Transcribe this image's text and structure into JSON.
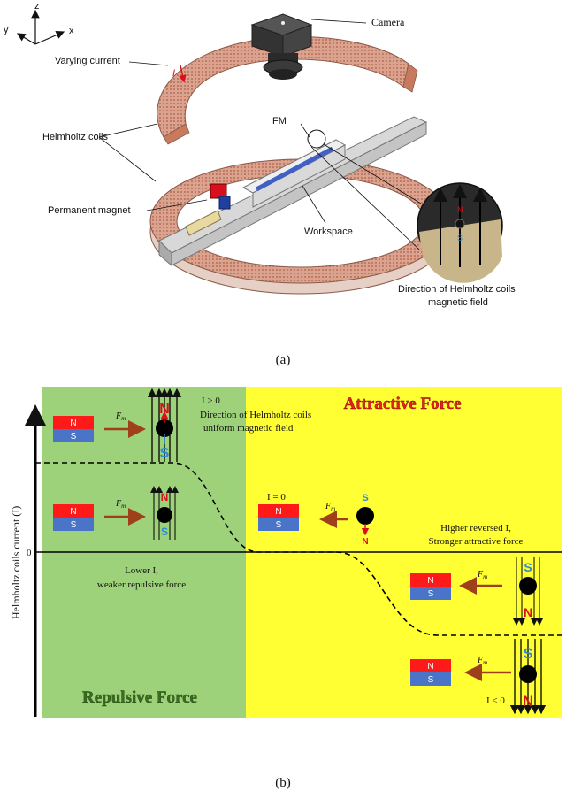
{
  "panel_a": {
    "axes": {
      "z": "z",
      "y": "y",
      "x": "x"
    },
    "labels": {
      "camera": "Camera",
      "varying_current": "Varying current",
      "helmholtz_coils": "Helmholtz coils",
      "fm": "FM",
      "permanent_magnet": "Permanent magnet",
      "workspace": "Workspace",
      "direction_line1": "Direction of Helmholtz coils",
      "direction_line2": "magnetic field",
      "current_symbol": "I",
      "inset_n": "N",
      "inset_s": "S"
    },
    "caption": "(a)"
  },
  "panel_b": {
    "y_axis_label": "Helmholtz coils current (I)",
    "zero_label": "0",
    "attractive_title": "Attractive Force",
    "repulsive_title": "Repulsive Force",
    "i_gt0": "I > 0",
    "dir_line1": "Direction of Helmholtz coils",
    "dir_line2": "uniform magnetic field",
    "i_eq0": "I = 0",
    "lower_i_line1": "Lower I,",
    "lower_i_line2": "weaker repulsive force",
    "higher_line1": "Higher reversed I,",
    "higher_line2": "Stronger attractive force",
    "i_lt0": "I < 0",
    "fm_label": "F",
    "fm_sub": "m",
    "magnet_n": "N",
    "magnet_s": "S",
    "caption": "(b)"
  },
  "colors": {
    "green_region": "#9ed27a",
    "yellow_region": "#ffff33",
    "attractive_text": "#e8201e",
    "repulsive_text": "#3a6e1e",
    "magnet_red": "#ff1a1a",
    "magnet_blue": "#4a74c8",
    "arrow_brown": "#a0401a",
    "coil_copper": "#d8a08a"
  }
}
